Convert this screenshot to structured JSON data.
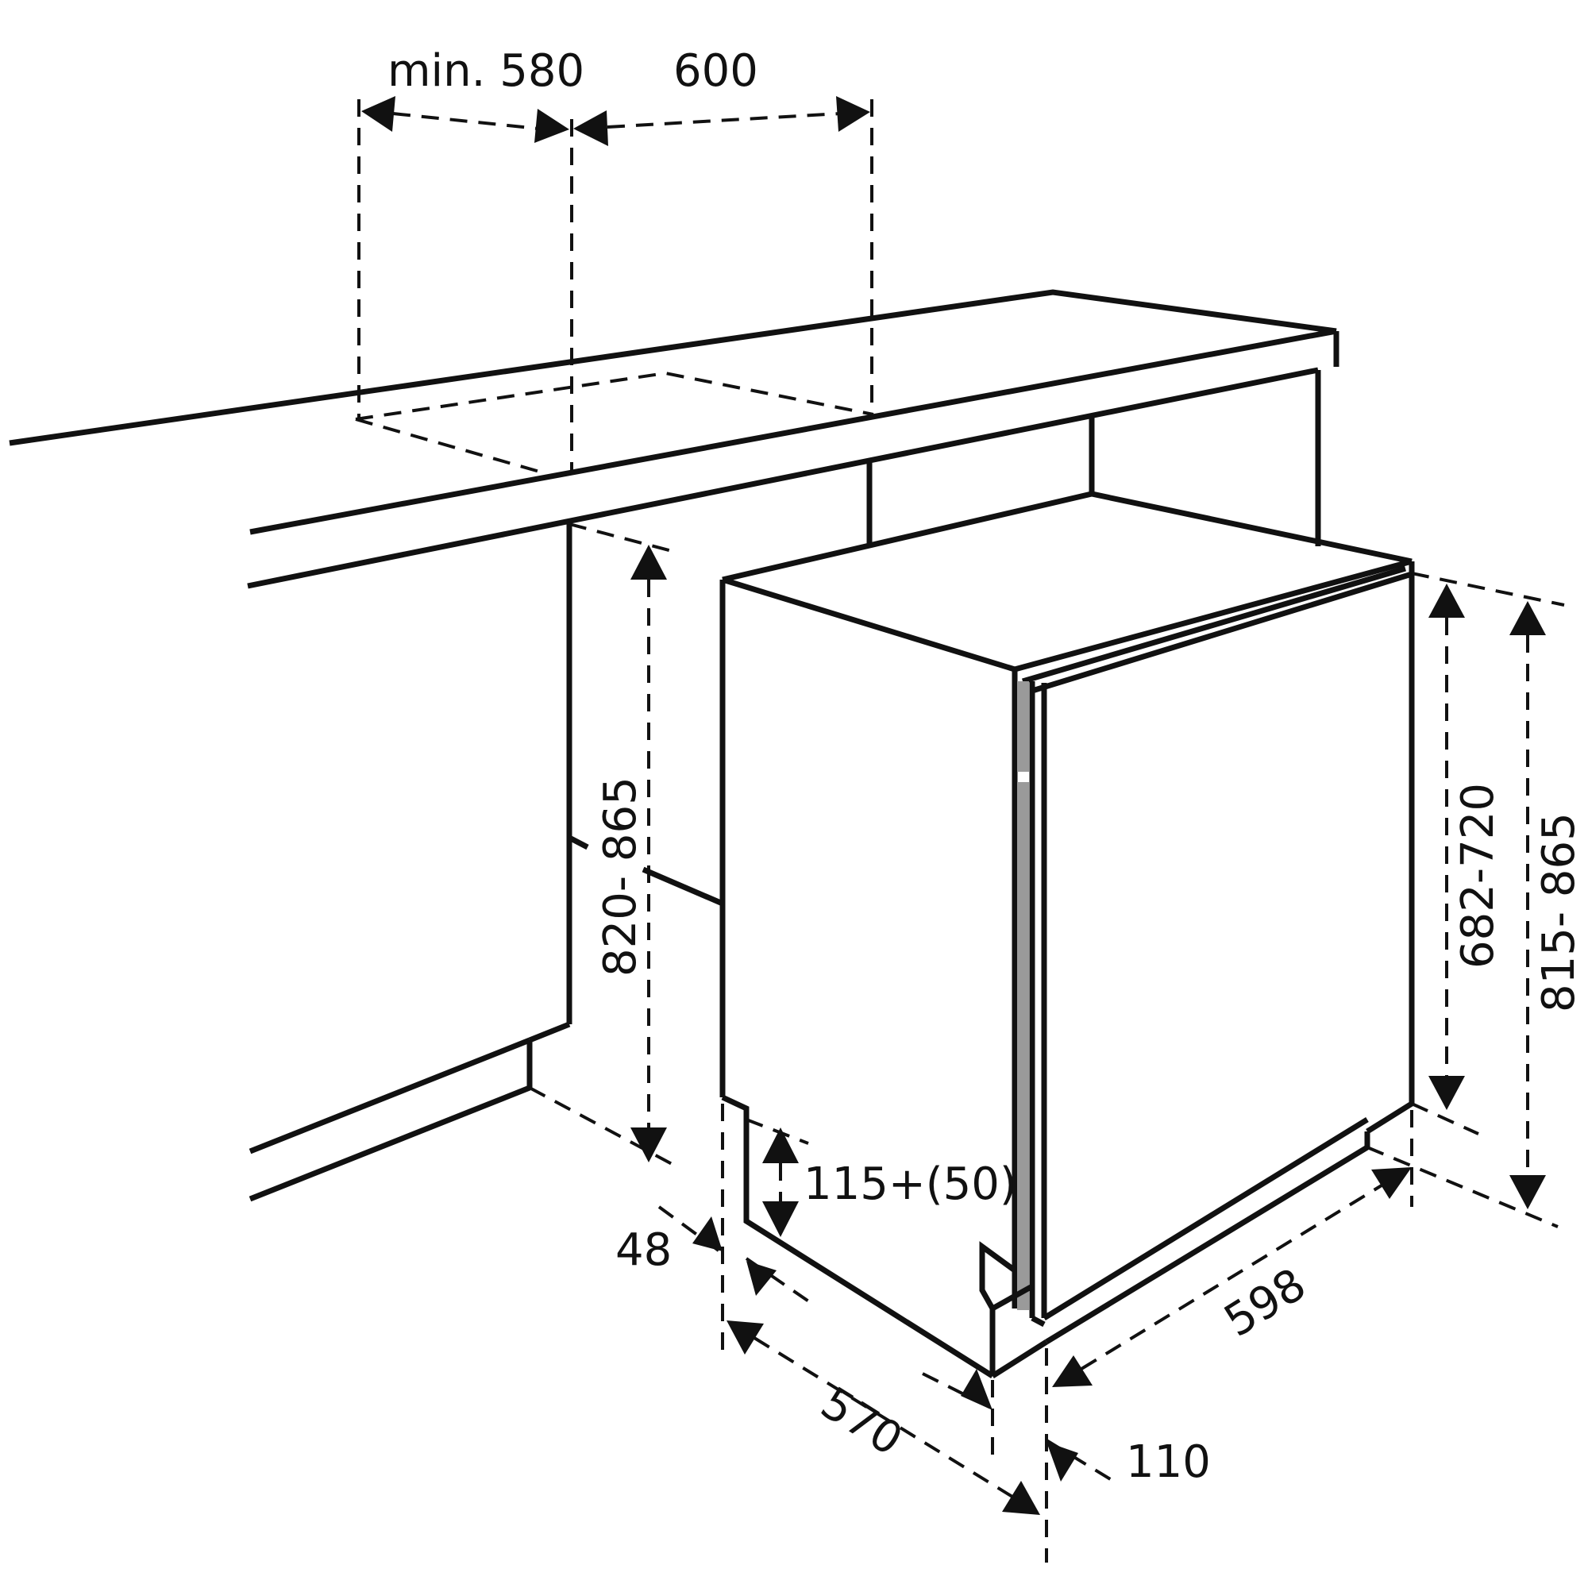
{
  "diagram": {
    "line_color": "#111111",
    "background": "#ffffff",
    "labels": {
      "min_580": "min. 580",
      "d600": "600",
      "d820_865": "820- 865",
      "d682_720": "682-720",
      "d815_865": "815- 865",
      "d115_50": "115+(50)",
      "d48": "48",
      "d598": "598",
      "d570": "570",
      "d110": "110"
    }
  }
}
